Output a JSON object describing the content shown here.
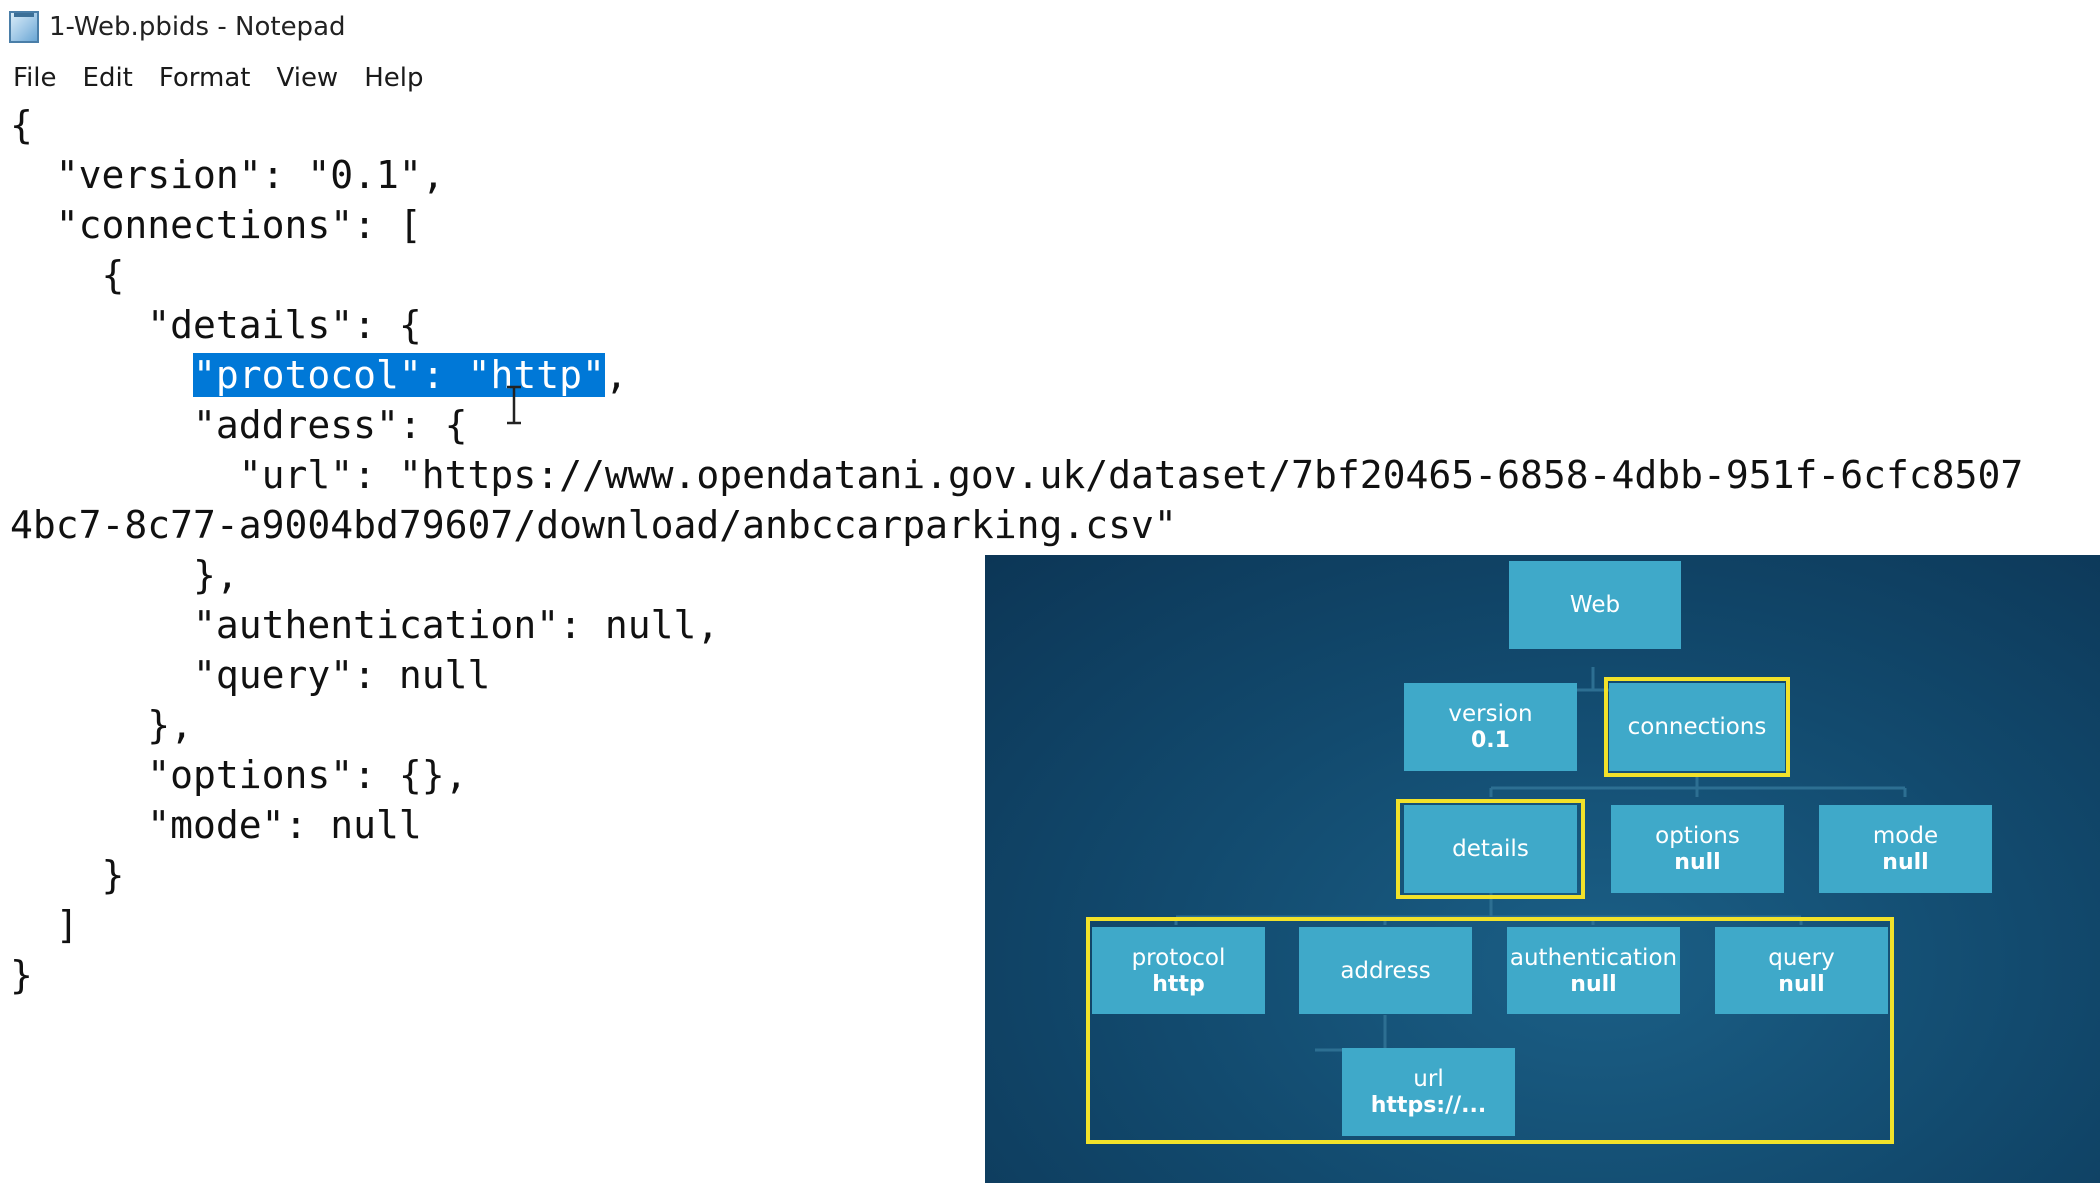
{
  "window": {
    "title": "1-Web.pbids - Notepad"
  },
  "menu": [
    "File",
    "Edit",
    "Format",
    "View",
    "Help"
  ],
  "editor": {
    "lines": [
      "{",
      "  \"version\": \"0.1\",",
      "  \"connections\": [",
      "    {",
      "      \"details\": {",
      "        ",
      "        \"address\": {",
      "          \"url\": \"https://www.opendatani.gov.uk/dataset/7bf20465-6858-4dbb-951f-6cfc8507",
      "4bc7-8c77-a9004bd79607/download/anbccarparking.csv\"",
      "        },",
      "        \"authentication\": null,",
      "        \"query\": null",
      "      },",
      "      \"options\": {},",
      "      \"mode\": null",
      "    }",
      "  ]",
      "}"
    ],
    "selected_text": "\"protocol\": \"http\"",
    "after_selection": ","
  },
  "diagram": {
    "colors": {
      "node": "#3fa9c9",
      "highlight": "#f2e22a",
      "background": "#124a6e"
    },
    "nodes": {
      "web": {
        "label": "Web",
        "value": ""
      },
      "version": {
        "label": "version",
        "value": "0.1"
      },
      "connections": {
        "label": "connections",
        "value": ""
      },
      "details": {
        "label": "details",
        "value": ""
      },
      "options": {
        "label": "options",
        "value": "null"
      },
      "mode": {
        "label": "mode",
        "value": "null"
      },
      "protocol": {
        "label": "protocol",
        "value": "http"
      },
      "address": {
        "label": "address",
        "value": ""
      },
      "authentication": {
        "label": "authentication",
        "value": "null"
      },
      "query": {
        "label": "query",
        "value": "null"
      },
      "url": {
        "label": "url",
        "value": "https://..."
      }
    }
  }
}
